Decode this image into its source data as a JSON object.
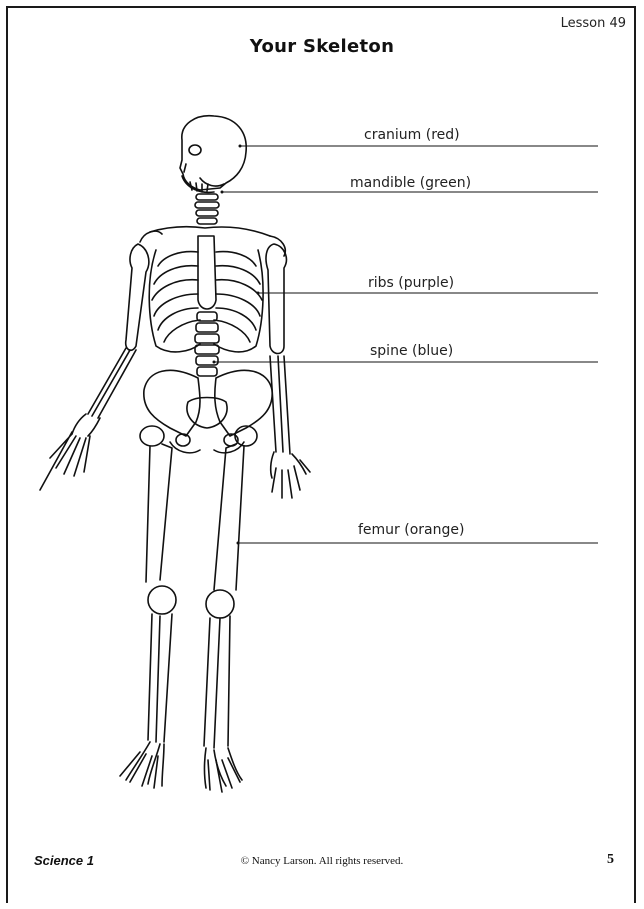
{
  "header": {
    "lesson": "Lesson 49",
    "title": "Your Skeleton"
  },
  "labels": {
    "cranium": "cranium (red)",
    "mandible": "mandible (green)",
    "ribs": "ribs (purple)",
    "spine": "spine (blue)",
    "femur": "femur (orange)"
  },
  "footer": {
    "course": "Science 1",
    "copyright": "© Nancy Larson. All rights reserved.",
    "page": "5"
  }
}
